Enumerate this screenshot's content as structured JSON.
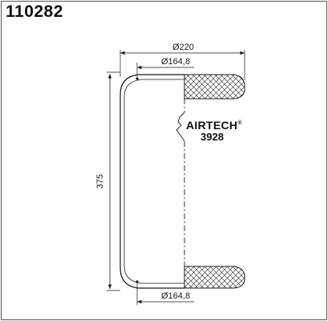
{
  "part_number": "110282",
  "dimensions": {
    "outer_diameter": "Ø220",
    "top_plate_diameter": "Ø164,8",
    "bottom_plate_diameter": "Ø164,8",
    "height": "375"
  },
  "logo": {
    "brand": "AIRTECH",
    "registered_mark": "®",
    "model": "3928"
  },
  "colors": {
    "line": "#1a1a1a",
    "border": "#555555",
    "background": "#ffffff"
  }
}
